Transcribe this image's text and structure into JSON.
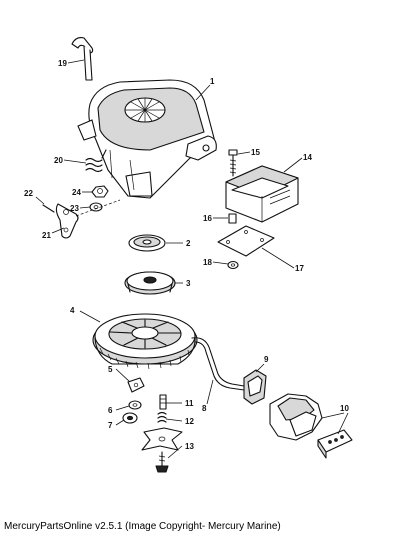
{
  "callouts": [
    "1",
    "2",
    "3",
    "4",
    "5",
    "6",
    "7",
    "8",
    "9",
    "10",
    "11",
    "12",
    "13",
    "14",
    "15",
    "16",
    "17",
    "18",
    "19",
    "20",
    "21",
    "22",
    "23",
    "24"
  ],
  "footer": "MercuryPartsOnline v2.5.1 (Image Copyright- Mercury Marine)"
}
